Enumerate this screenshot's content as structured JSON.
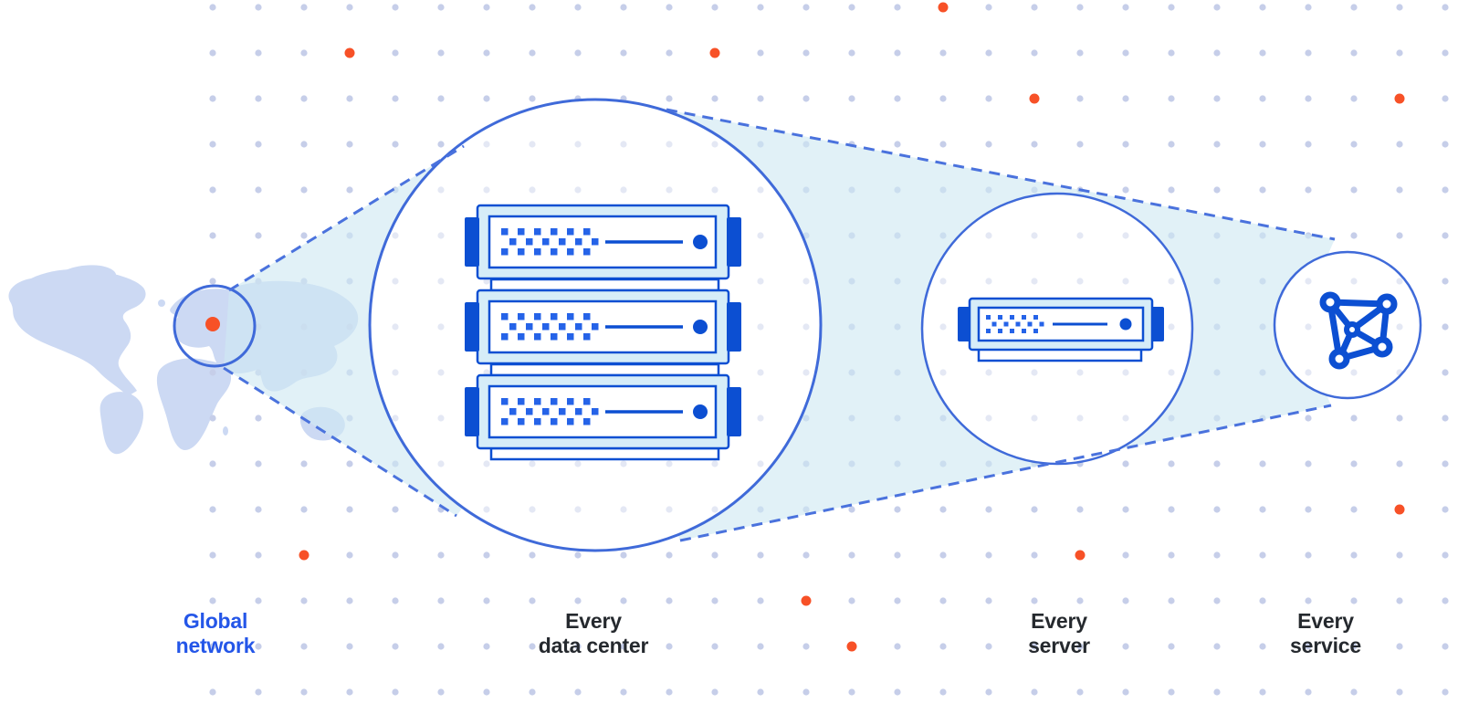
{
  "diagram": {
    "title_implicit": "Global network zoom diagram",
    "labels": {
      "global_network": "Global\nnetwork",
      "every_data_center": "Every\ndata center",
      "every_server": "Every\nserver",
      "every_service": "Every\nservice"
    },
    "stages": [
      {
        "label": "Global network",
        "icon": "world-map-with-highlight-circle"
      },
      {
        "label": "Every data center",
        "icon": "server-rack-three-units"
      },
      {
        "label": "Every server",
        "icon": "server-single-unit"
      },
      {
        "label": "Every service",
        "icon": "network-graph-icon"
      }
    ],
    "palette": {
      "background": "#ffffff",
      "grid_dot": "#c6cee9",
      "grid_dot_faint": "#e4e8f4",
      "accent_orange": "#f75127",
      "map_land": "#ccd9f3",
      "beam_cyan": "#cfe9f2",
      "circle_stroke": "#3f6ad9",
      "dashed_blue": "#4a72dd",
      "server_deep_blue": "#0c4fd2",
      "server_body_cyan": "#d6edf8",
      "pattern_square_blue": "#2563e8",
      "label_dark": "#25292e",
      "label_blue": "#2456e8"
    }
  }
}
